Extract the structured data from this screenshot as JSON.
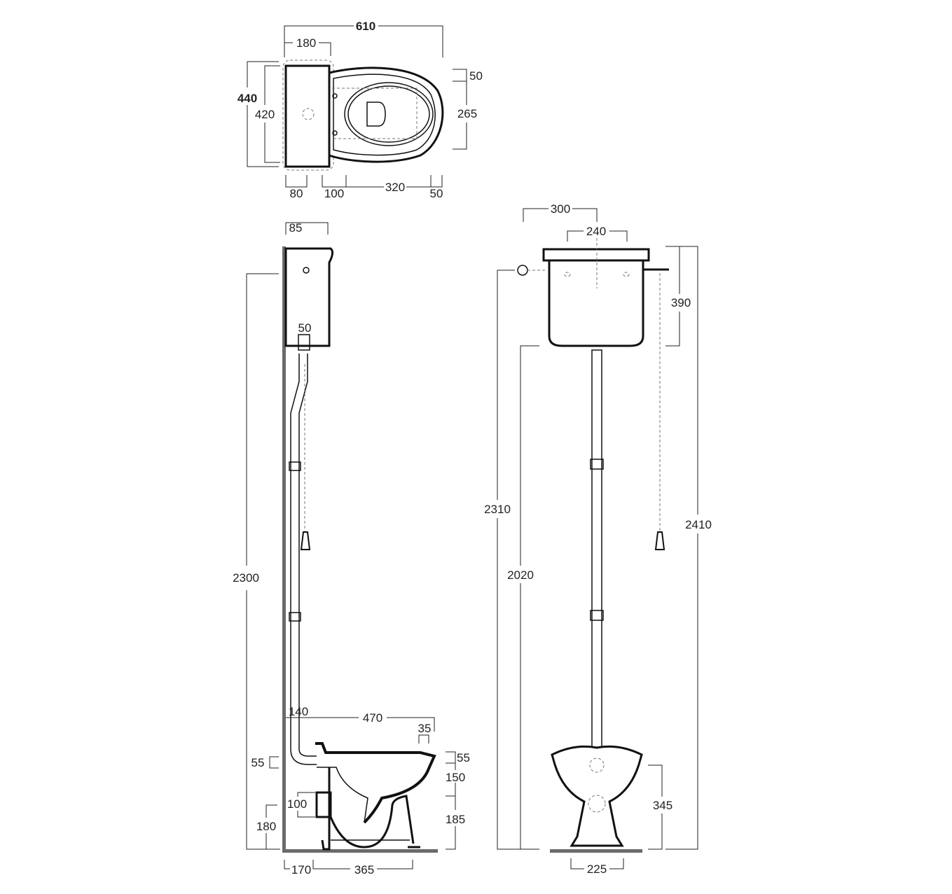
{
  "top_view": {
    "overall_length": "610",
    "cistern_depth": "180",
    "overall_width": "440",
    "cistern_width": "420",
    "rim_offset": "50",
    "seat_width": "265",
    "outlet_center": "80",
    "bowl_offset": "100",
    "bowl_span": "320",
    "rim_end": "50"
  },
  "side_view": {
    "cistern_depth": "85",
    "flush_pipe_dia": "50",
    "cistern_height": "2300",
    "pipe_offset": "140",
    "bowl_length": "470",
    "rim_thickness": "35",
    "inlet_height": "55",
    "rim_height": "55",
    "bowl_upper": "150",
    "outlet_dia": "100",
    "bowl_lower": "185",
    "outlet_height": "180",
    "wall_to_foot": "170",
    "foot_span": "365"
  },
  "front_view": {
    "cistern_width": "300",
    "fixing_centers": "240",
    "cistern_height": "390",
    "inlet_height": "2310",
    "cistern_base_height": "2020",
    "total_height": "2410",
    "bowl_height": "345",
    "foot_width": "225"
  }
}
